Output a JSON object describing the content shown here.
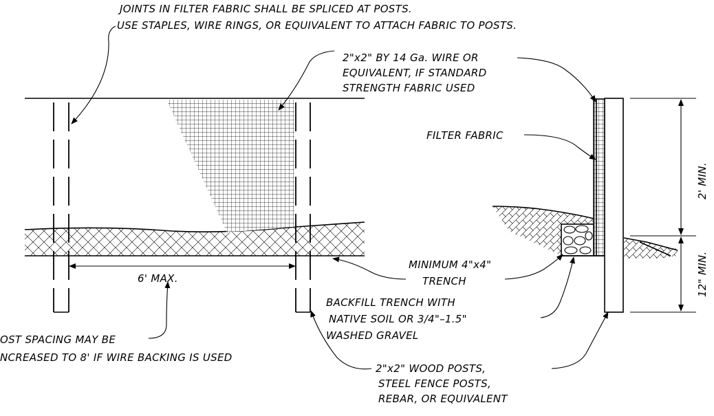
{
  "notes": {
    "joints_line1": "JOINTS IN FILTER FABRIC SHALL BE SPLICED AT POSTS.",
    "joints_line2": "USE STAPLES, WIRE RINGS, OR  EQUIVALENT TO ATTACH FABRIC TO POSTS.",
    "wire_line1": "2\"x2\" BY 14 Ga. WIRE OR",
    "wire_line2": "EQUIVALENT, IF STANDARD",
    "wire_line3": "STRENGTH FABRIC USED",
    "filter_fabric": "FILTER FABRIC",
    "trench_line1": "MINIMUM 4\"x4\"",
    "trench_line2": "TRENCH",
    "backfill_line1": "BACKFILL TRENCH WITH",
    "backfill_line2": "NATIVE SOIL OR 3/4\"–1.5\"",
    "backfill_line3": "WASHED GRAVEL",
    "spacing_line1": "OST SPACING MAY BE",
    "spacing_line2": "NCREASED TO 8' IF WIRE BACKING IS USED",
    "posts_line1": "2\"x2\" WOOD POSTS,",
    "posts_line2": "STEEL FENCE POSTS,",
    "posts_line3": "REBAR, OR EQUIVALENT"
  },
  "dimensions": {
    "post_spacing": "6' MAX.",
    "fence_height": "2' MIN.",
    "post_embed": "12\" MIN."
  }
}
